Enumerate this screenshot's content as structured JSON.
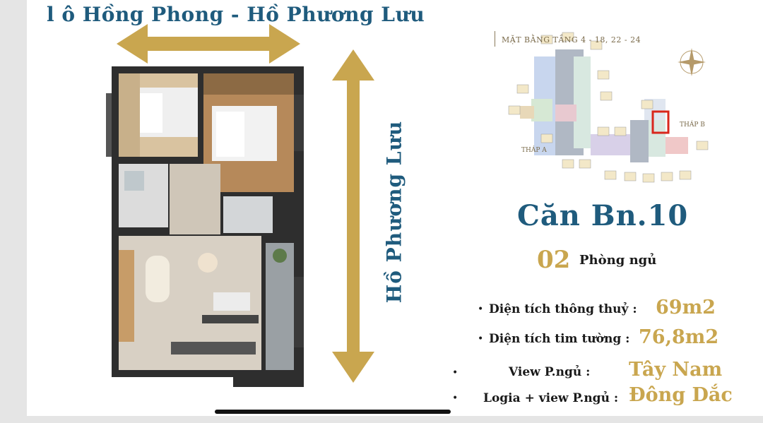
{
  "roads": {
    "top": "l ô Hồng Phong - Hồ Phương Lưu",
    "side": "Hồ Phương Lưu"
  },
  "site_map": {
    "label": "MẶT BẰNG TẦNG 4 - 18, 22 - 24",
    "tower_a": "THÁP A",
    "tower_b": "THÁP B"
  },
  "unit": {
    "title": "Căn Bn.10",
    "bedroom_count": "02",
    "bedroom_label": "Phòng ngủ"
  },
  "specs": [
    {
      "label": "Diện tích thông thuỷ :",
      "value": "69m2"
    },
    {
      "label": "Diện tích tim tường :",
      "value": "76,8m2"
    },
    {
      "label": "View P.ngủ :",
      "value": "Tây Nam"
    },
    {
      "label": "Logia + view P.ngủ :",
      "value": "Đông Dắc"
    }
  ],
  "bullet_glyph": "•",
  "colors": {
    "navy": "#1f5b7d",
    "gold": "#c9a64f"
  },
  "icons": {
    "compass": "compass-rose-icon",
    "arrow_horizontal": "double-arrow-horizontal",
    "arrow_vertical": "double-arrow-vertical"
  }
}
